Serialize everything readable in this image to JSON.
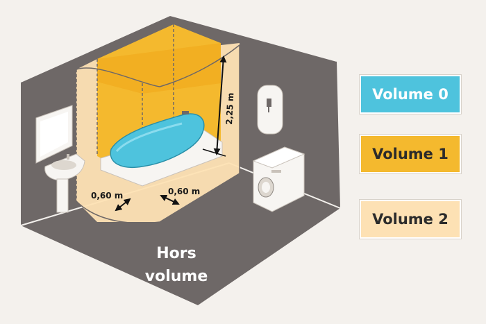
{
  "colors": {
    "wall": "#6e6867",
    "floor": "#6e6867",
    "volume0": "#4ec3dd",
    "volume1": "#f4b92e",
    "volume2": "#fde1b4",
    "background": "#f4f1ed"
  },
  "legend": [
    {
      "label": "Volume 0",
      "color": "#4ec3dd"
    },
    {
      "label": "Volume 1",
      "color": "#f4b92e"
    },
    {
      "label": "Volume 2",
      "color": "#fde1b4"
    }
  ],
  "dimensions": {
    "height": "2,25 m",
    "distance_left": "0,60 m",
    "distance_right": "0,60 m"
  },
  "zone_label": {
    "line1": "Hors",
    "line2": "volume"
  },
  "icons": [
    "washbasin-icon",
    "mirror-icon",
    "water-heater-icon",
    "washing-machine-icon",
    "bathtub-icon"
  ]
}
